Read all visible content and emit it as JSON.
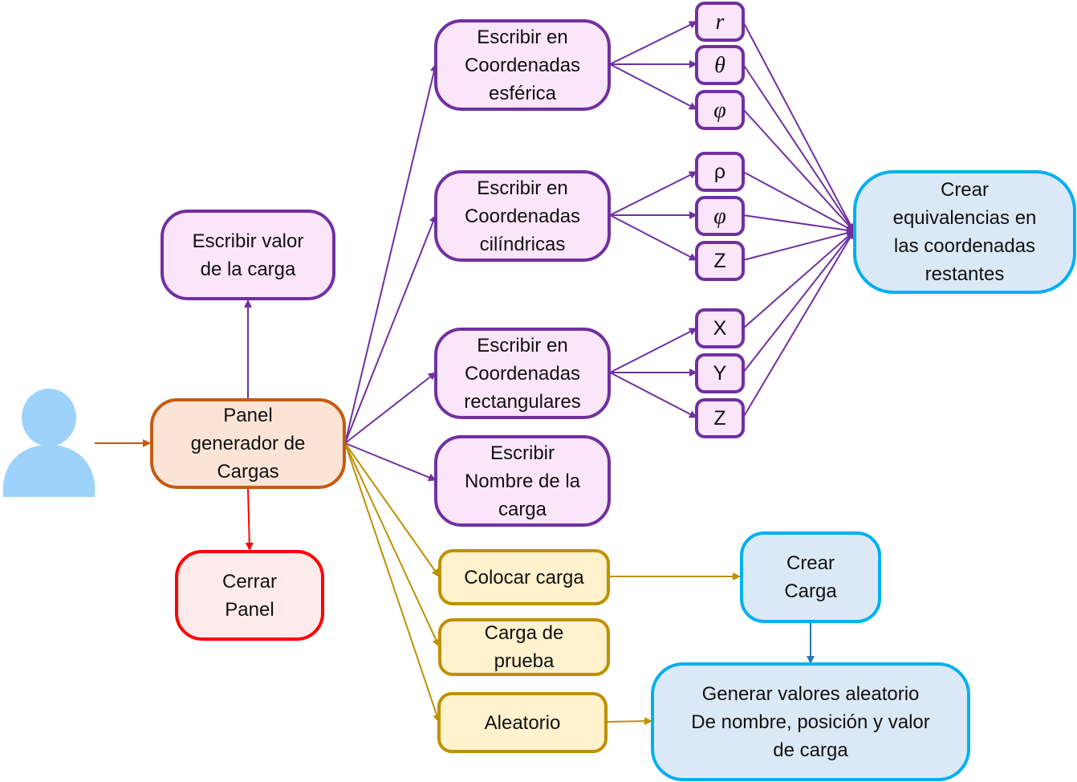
{
  "nodes": {
    "panel": "Panel\ngenerador de\nCargas",
    "escribir_valor": "Escribir valor\nde la carga",
    "cerrar": "Cerrar\nPanel",
    "esferica": "Escribir en\nCoordenadas\nesférica",
    "cilindricas": "Escribir en\nCoordenadas\ncilíndricas",
    "rectangulares": "Escribir en\nCoordenadas\nrectangulares",
    "nombre": "Escribir\nNombre de la\ncarga",
    "colocar": "Colocar carga",
    "prueba": "Carga de\nprueba",
    "aleatorio": "Aleatorio",
    "crear_carga": "Crear\nCarga",
    "generar": "Generar valores aleatorio\nDe nombre, posición y valor\nde carga",
    "equivalencias": "Crear\nequivalencias en\nlas coordenadas\nrestantes",
    "sph_r": "r",
    "sph_theta": "θ",
    "sph_phi": "φ",
    "cyl_rho": "ρ",
    "cyl_phi": "φ",
    "cyl_z": "Z",
    "rect_x": "X",
    "rect_y": "Y",
    "rect_z": "Z"
  },
  "colors": {
    "purple": "#7030a0",
    "orange": "#c55a11",
    "red": "#ff0000",
    "gold": "#bf9000",
    "blue_border": "#00b0f0",
    "dark_blue": "#2e75b6",
    "user": "#9dd3fb"
  },
  "icons": {
    "user": "user-icon"
  }
}
